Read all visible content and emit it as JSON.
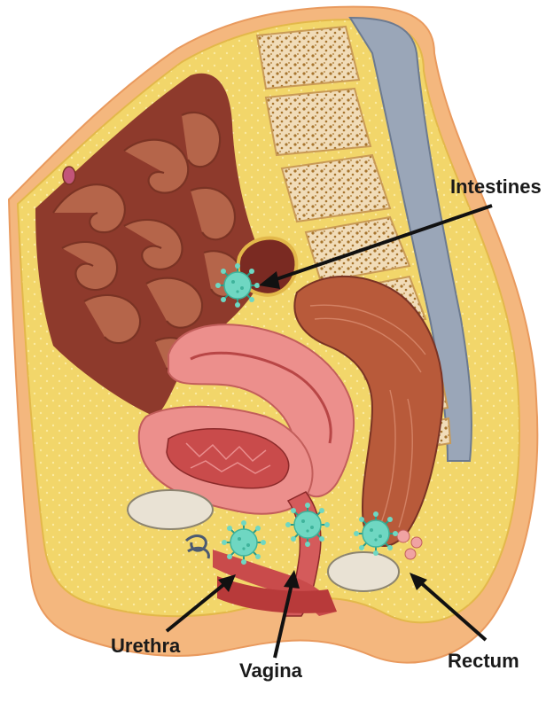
{
  "labels": {
    "intestines": "Intestines",
    "urethra": "Urethra",
    "vagina": "Vagina",
    "rectum": "Rectum"
  },
  "colors": {
    "skin": "#f4b77e",
    "skin_shadow": "#e99a5e",
    "fat": "#f2d66a",
    "fat_edge": "#e3b84a",
    "intestine": "#b5654a",
    "intestine_dark": "#7a3324",
    "cavity": "#8e3a2c",
    "uterus": "#ec8f8c",
    "uterus_inner": "#c94b4b",
    "rectum_muscle": "#b85a3a",
    "bone": "#f1dcb8",
    "bone_pore": "#a7752f",
    "spine_cord": "#9aa6b8",
    "bladder": "#e9e2d4",
    "virus": "#6fd7c2",
    "arrow": "#111111"
  },
  "icons": [
    "virus-icon"
  ]
}
